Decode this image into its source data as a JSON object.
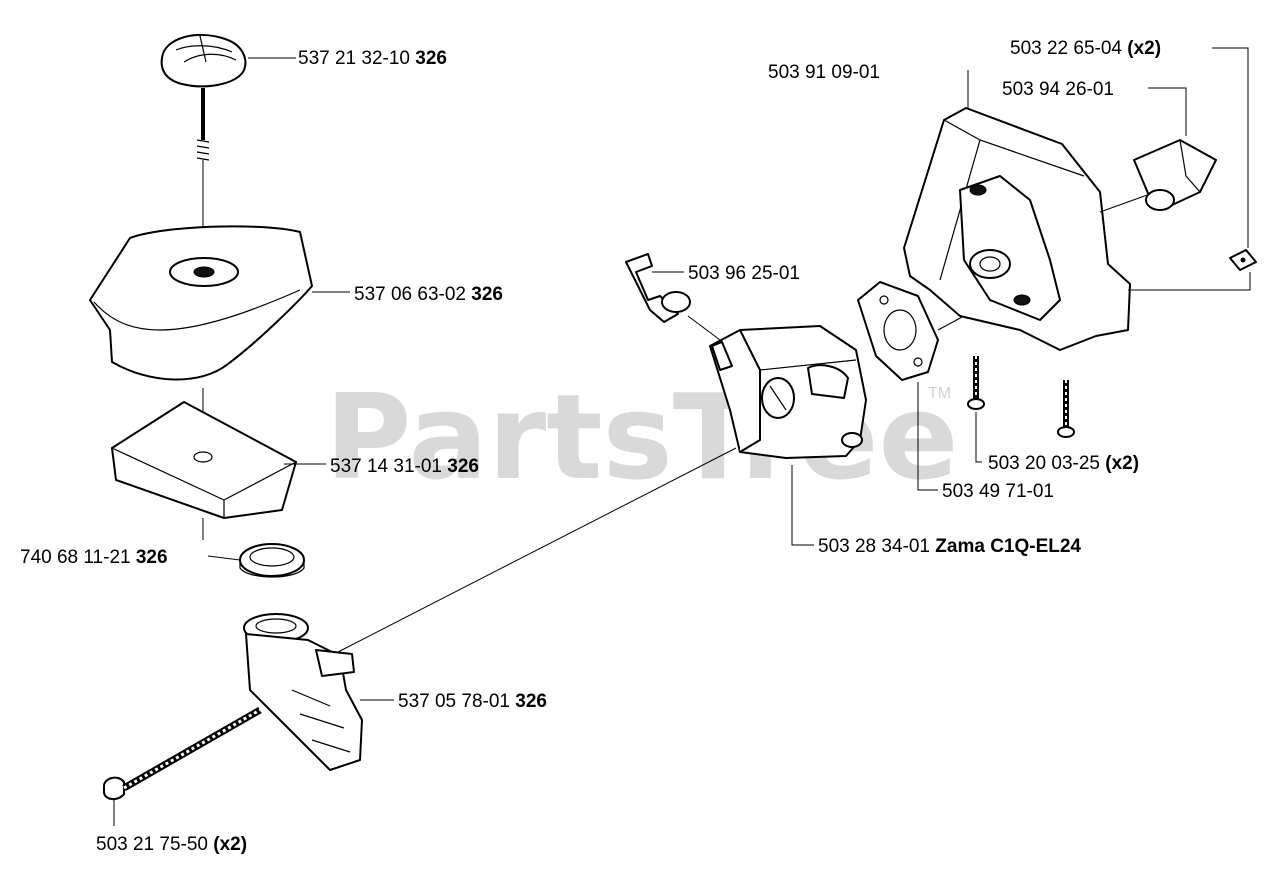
{
  "watermark": {
    "text": "PartsTree",
    "trademark": "TM"
  },
  "callouts": [
    {
      "part": "537 21 32-10",
      "suffix": "326"
    },
    {
      "part": "537 06 63-02",
      "suffix": "326"
    },
    {
      "part": "537 14 31-01",
      "suffix": "326"
    },
    {
      "part": "740 68 11-21",
      "suffix": "326"
    },
    {
      "part": "537 05 78-01",
      "suffix": "326"
    },
    {
      "part": "503 21 75-50",
      "suffix": "(x2)"
    },
    {
      "part": "503 96 25-01",
      "suffix": ""
    },
    {
      "part": "503 91 09-01",
      "suffix": ""
    },
    {
      "part": "503 22 65-04",
      "suffix": "(x2)"
    },
    {
      "part": "503 94 26-01",
      "suffix": ""
    },
    {
      "part": "503 20 03-25",
      "suffix": "(x2)"
    },
    {
      "part": "503 49 71-01",
      "suffix": ""
    },
    {
      "part": "503 28 34-01",
      "suffix": "Zama C1Q-EL24"
    }
  ]
}
